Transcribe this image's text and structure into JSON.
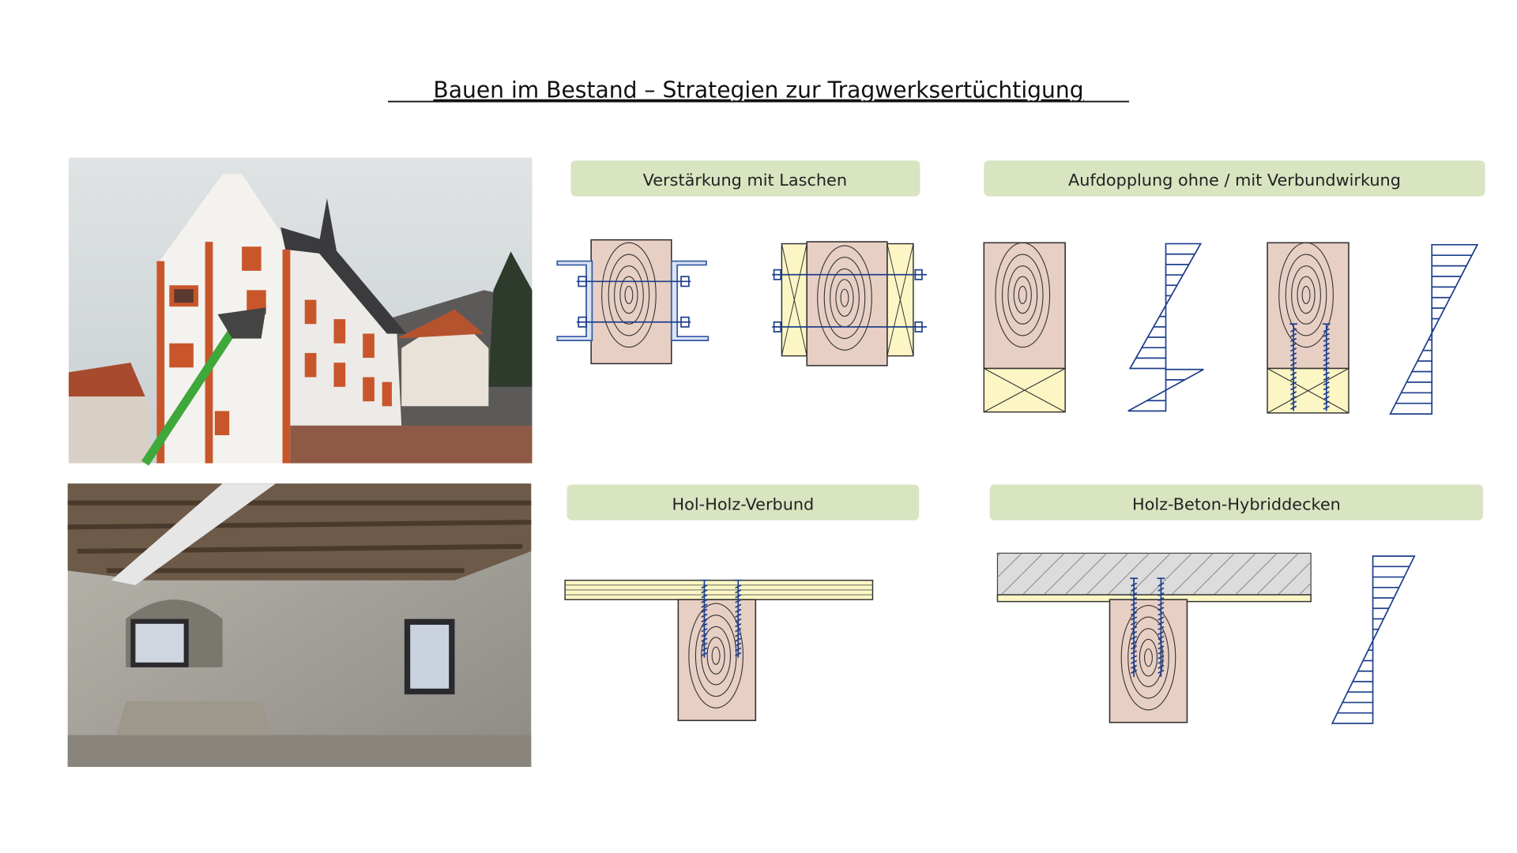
{
  "slide": {
    "title": "Bauen im Bestand – Strategien zur Tragwerksertüchtigung",
    "sections": [
      {
        "label": "Verstärkung mit Laschen"
      },
      {
        "label": "Aufdopplung ohne / mit Verbundwirkung"
      },
      {
        "label": "Hol-Holz-Verbund"
      },
      {
        "label": "Holz-Beton-Hybriddecken"
      }
    ]
  },
  "colors": {
    "label_bg": "#d9e4c1",
    "wood": "#e8cfc4",
    "plywood": "#fbf6c4",
    "steel": "#1e3f8c"
  }
}
